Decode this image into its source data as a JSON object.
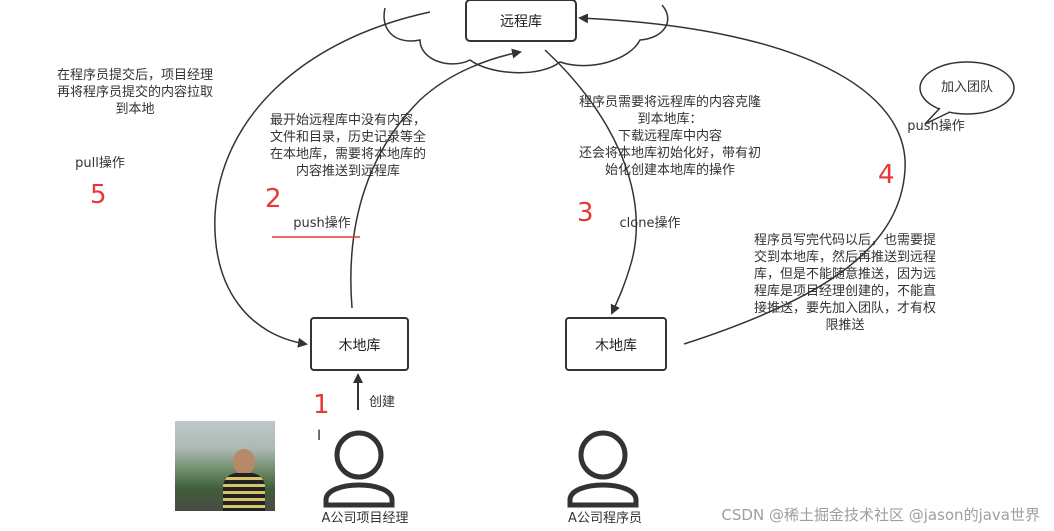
{
  "nodes": {
    "remote": "远程库",
    "local_manager": "木地库",
    "local_programmer": "木地库",
    "team_bubble": "加入团队"
  },
  "people": {
    "manager": "A公司项目经理",
    "programmer": "A公司程序员"
  },
  "notes": {
    "pull_desc": [
      "在程序员提交后，项目经理",
      "再将程序员提交的内容拉取",
      "到本地"
    ],
    "push_init_desc": [
      "最开始远程库中没有内容，",
      "文件和目录，历史记录等全",
      "在本地库，需要将本地库的",
      "内容推送到远程库"
    ],
    "clone_desc": [
      "程序员需要将远程库的内容克隆",
      "到本地库：",
      "下载远程库中内容",
      "还会将本地库初始化好，带有初",
      "始化创建本地库的操作"
    ],
    "push_team_desc": [
      "程序员写完代码以后，也需要提",
      "交到本地库，然后再推送到远程",
      "库，但是不能随意推送，因为远",
      "程库是项目经理创建的，不能直",
      "接推送，要先加入团队，才有权",
      "限推送"
    ]
  },
  "operations": {
    "pull": "pull操作",
    "push": "push操作",
    "clone": "clone操作",
    "push_team": "push操作",
    "create": "创建"
  },
  "steps": [
    "1",
    "2",
    "3",
    "4",
    "5"
  ],
  "watermark": "CSDN @稀土掘金技术社区 @jason的java世界",
  "colors": {
    "step_number": "#e53935",
    "stroke": "#333333"
  }
}
